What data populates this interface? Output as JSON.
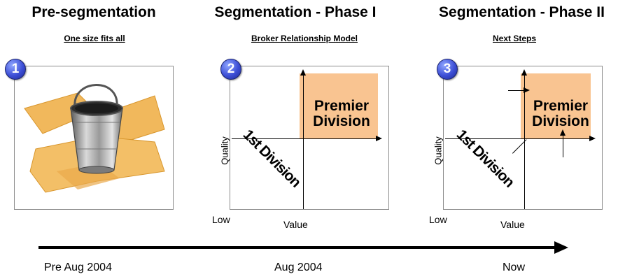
{
  "phases": [
    {
      "heading": "Pre-segmentation",
      "subheading": "One size fits all",
      "badge": "1",
      "image_icon": "bucket-icon",
      "timeline_label": "Pre Aug 2004"
    },
    {
      "heading": "Segmentation - Phase I",
      "subheading": "Broker Relationship Model",
      "badge": "2",
      "premier_line1": "Premier",
      "premier_line2": "Division",
      "first_division": "1st Division",
      "y_axis_label": "Quality",
      "x_axis_label": "Value",
      "origin_label": "Low",
      "timeline_label": "Aug 2004"
    },
    {
      "heading": "Segmentation - Phase II",
      "subheading": "Next Steps",
      "badge": "3",
      "premier_line1": "Premier",
      "premier_line2": "Division",
      "first_division": "1st Division",
      "y_axis_label": "Quality",
      "x_axis_label": "Value",
      "origin_label": "Low",
      "timeline_label": "Now"
    }
  ],
  "colors": {
    "premier_fill": "#f9c491",
    "badge_blue": "#3d4fd6",
    "paper_tan": "#f0b75a"
  }
}
